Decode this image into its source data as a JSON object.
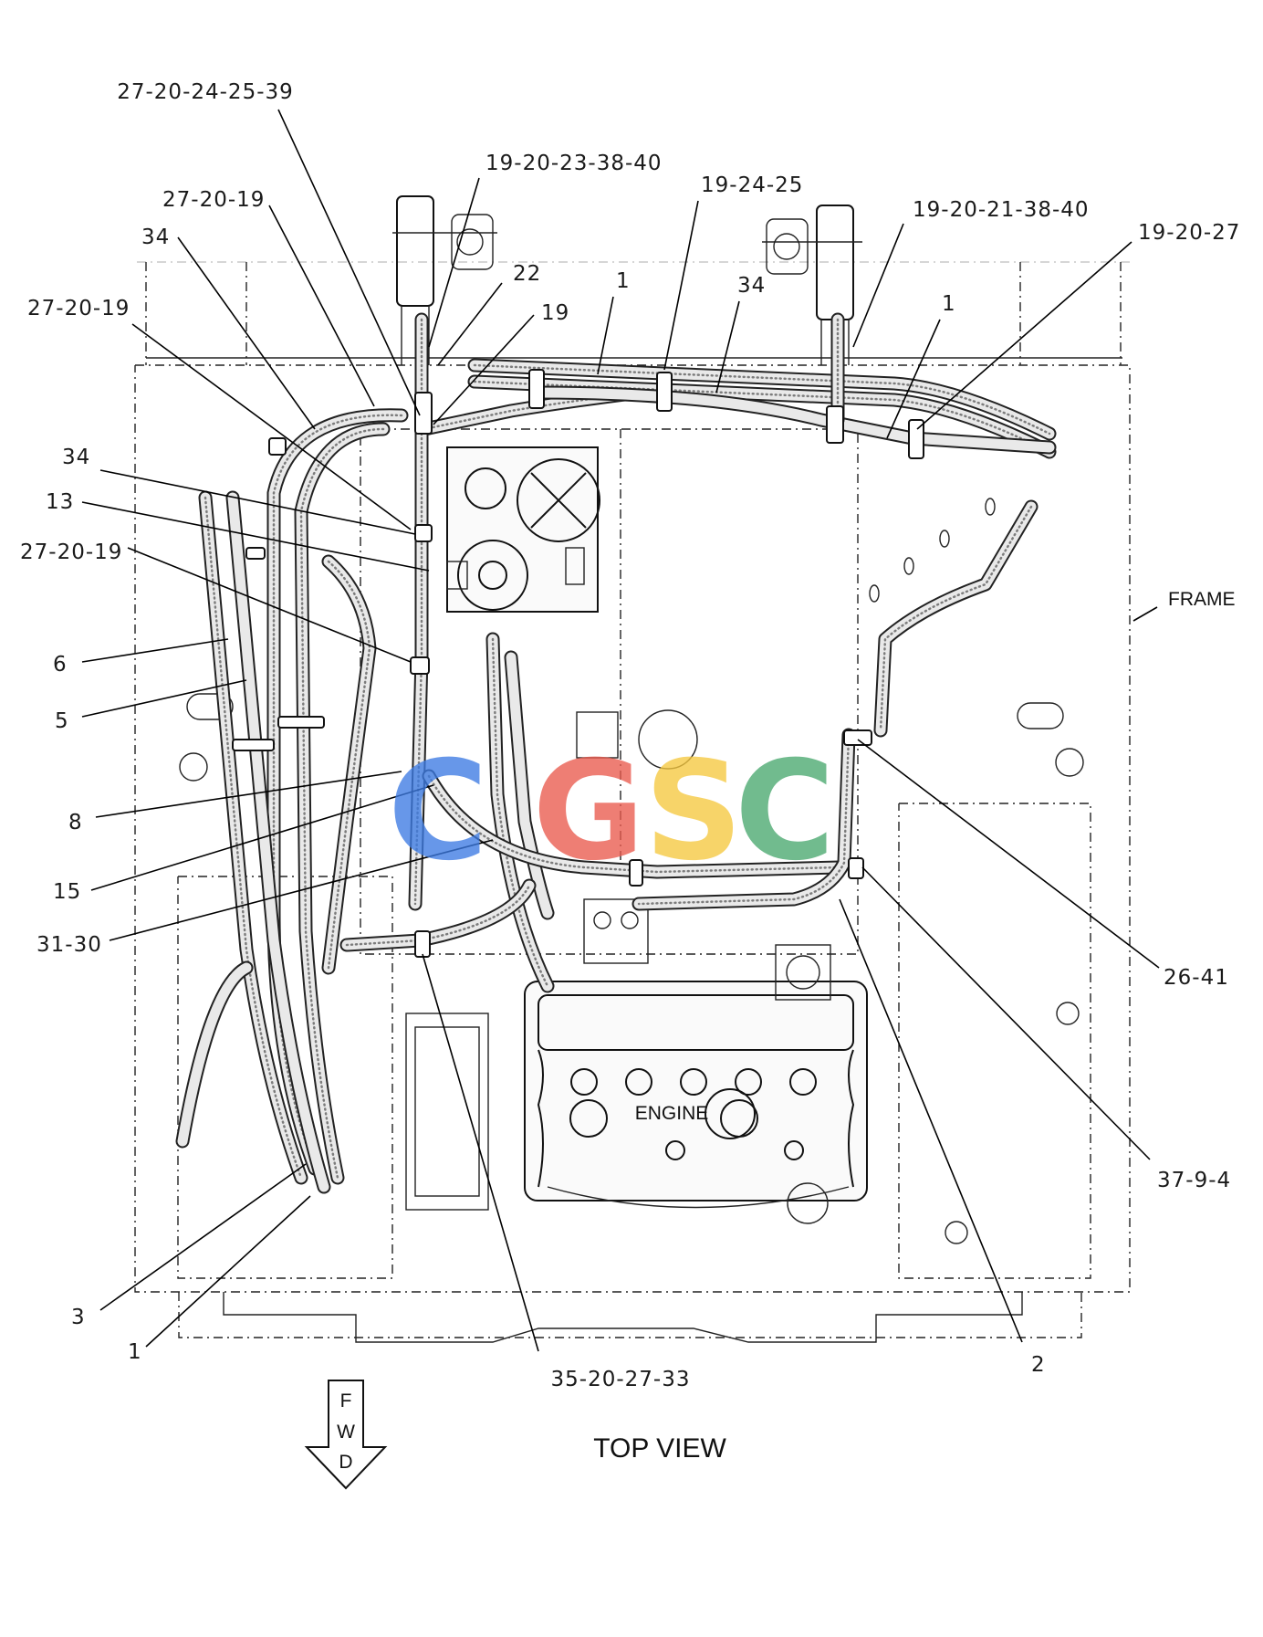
{
  "view": {
    "title": "TOP VIEW",
    "engine_label": "ENGINE",
    "frame_label": "FRAME",
    "forward_letters": [
      "F",
      "W",
      "D"
    ]
  },
  "watermark": {
    "letters": [
      "C",
      "G",
      "S",
      "C"
    ],
    "colors": [
      "#3d7be3",
      "#ea5a4e",
      "#f6c83f",
      "#4aa86f"
    ]
  },
  "callouts": {
    "c01": "27-20-24-25-39",
    "c02": "19-20-23-38-40",
    "c03": "19-24-25",
    "c04": "27-20-19",
    "c05": "19-20-21-38-40",
    "c06": "19-20-27",
    "c07": "34",
    "c08": "22",
    "c09": "1",
    "c10": "34",
    "c11": "27-20-19",
    "c12": "19",
    "c13": "1",
    "c14": "34",
    "c15": "13",
    "c16": "27-20-19",
    "c17": "6",
    "c18": "5",
    "c19": "8",
    "c20": "15",
    "c21": "31-30",
    "c22": "26-41",
    "c23": "37-9-4",
    "c24": "3",
    "c25": "1",
    "c26": "35-20-27-33",
    "c27": "2"
  }
}
